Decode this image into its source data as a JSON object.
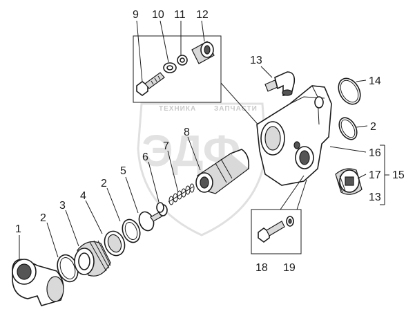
{
  "watermark": {
    "top_text": "ТЕХНИКА",
    "top_text_2": "ЗАПЧАСТИ",
    "logo_text": "ЭДФ"
  },
  "callouts": [
    {
      "id": "c1",
      "label": "1"
    },
    {
      "id": "c2a",
      "label": "2"
    },
    {
      "id": "c3",
      "label": "3"
    },
    {
      "id": "c4",
      "label": "4"
    },
    {
      "id": "c2b",
      "label": "2"
    },
    {
      "id": "c5",
      "label": "5"
    },
    {
      "id": "c6",
      "label": "6"
    },
    {
      "id": "c7",
      "label": "7"
    },
    {
      "id": "c8",
      "label": "8"
    },
    {
      "id": "c9",
      "label": "9"
    },
    {
      "id": "c10",
      "label": "10"
    },
    {
      "id": "c11",
      "label": "11"
    },
    {
      "id": "c12",
      "label": "12"
    },
    {
      "id": "c13a",
      "label": "13"
    },
    {
      "id": "c14",
      "label": "14"
    },
    {
      "id": "c2c",
      "label": "2"
    },
    {
      "id": "c16",
      "label": "16"
    },
    {
      "id": "c17",
      "label": "17"
    },
    {
      "id": "c13b",
      "label": "13"
    },
    {
      "id": "c15",
      "label": "15"
    },
    {
      "id": "c18",
      "label": "18"
    },
    {
      "id": "c19",
      "label": "19"
    }
  ],
  "colors": {
    "ink": "#1a1a1a",
    "watermark": "#c9c9c9",
    "background": "#ffffff"
  }
}
